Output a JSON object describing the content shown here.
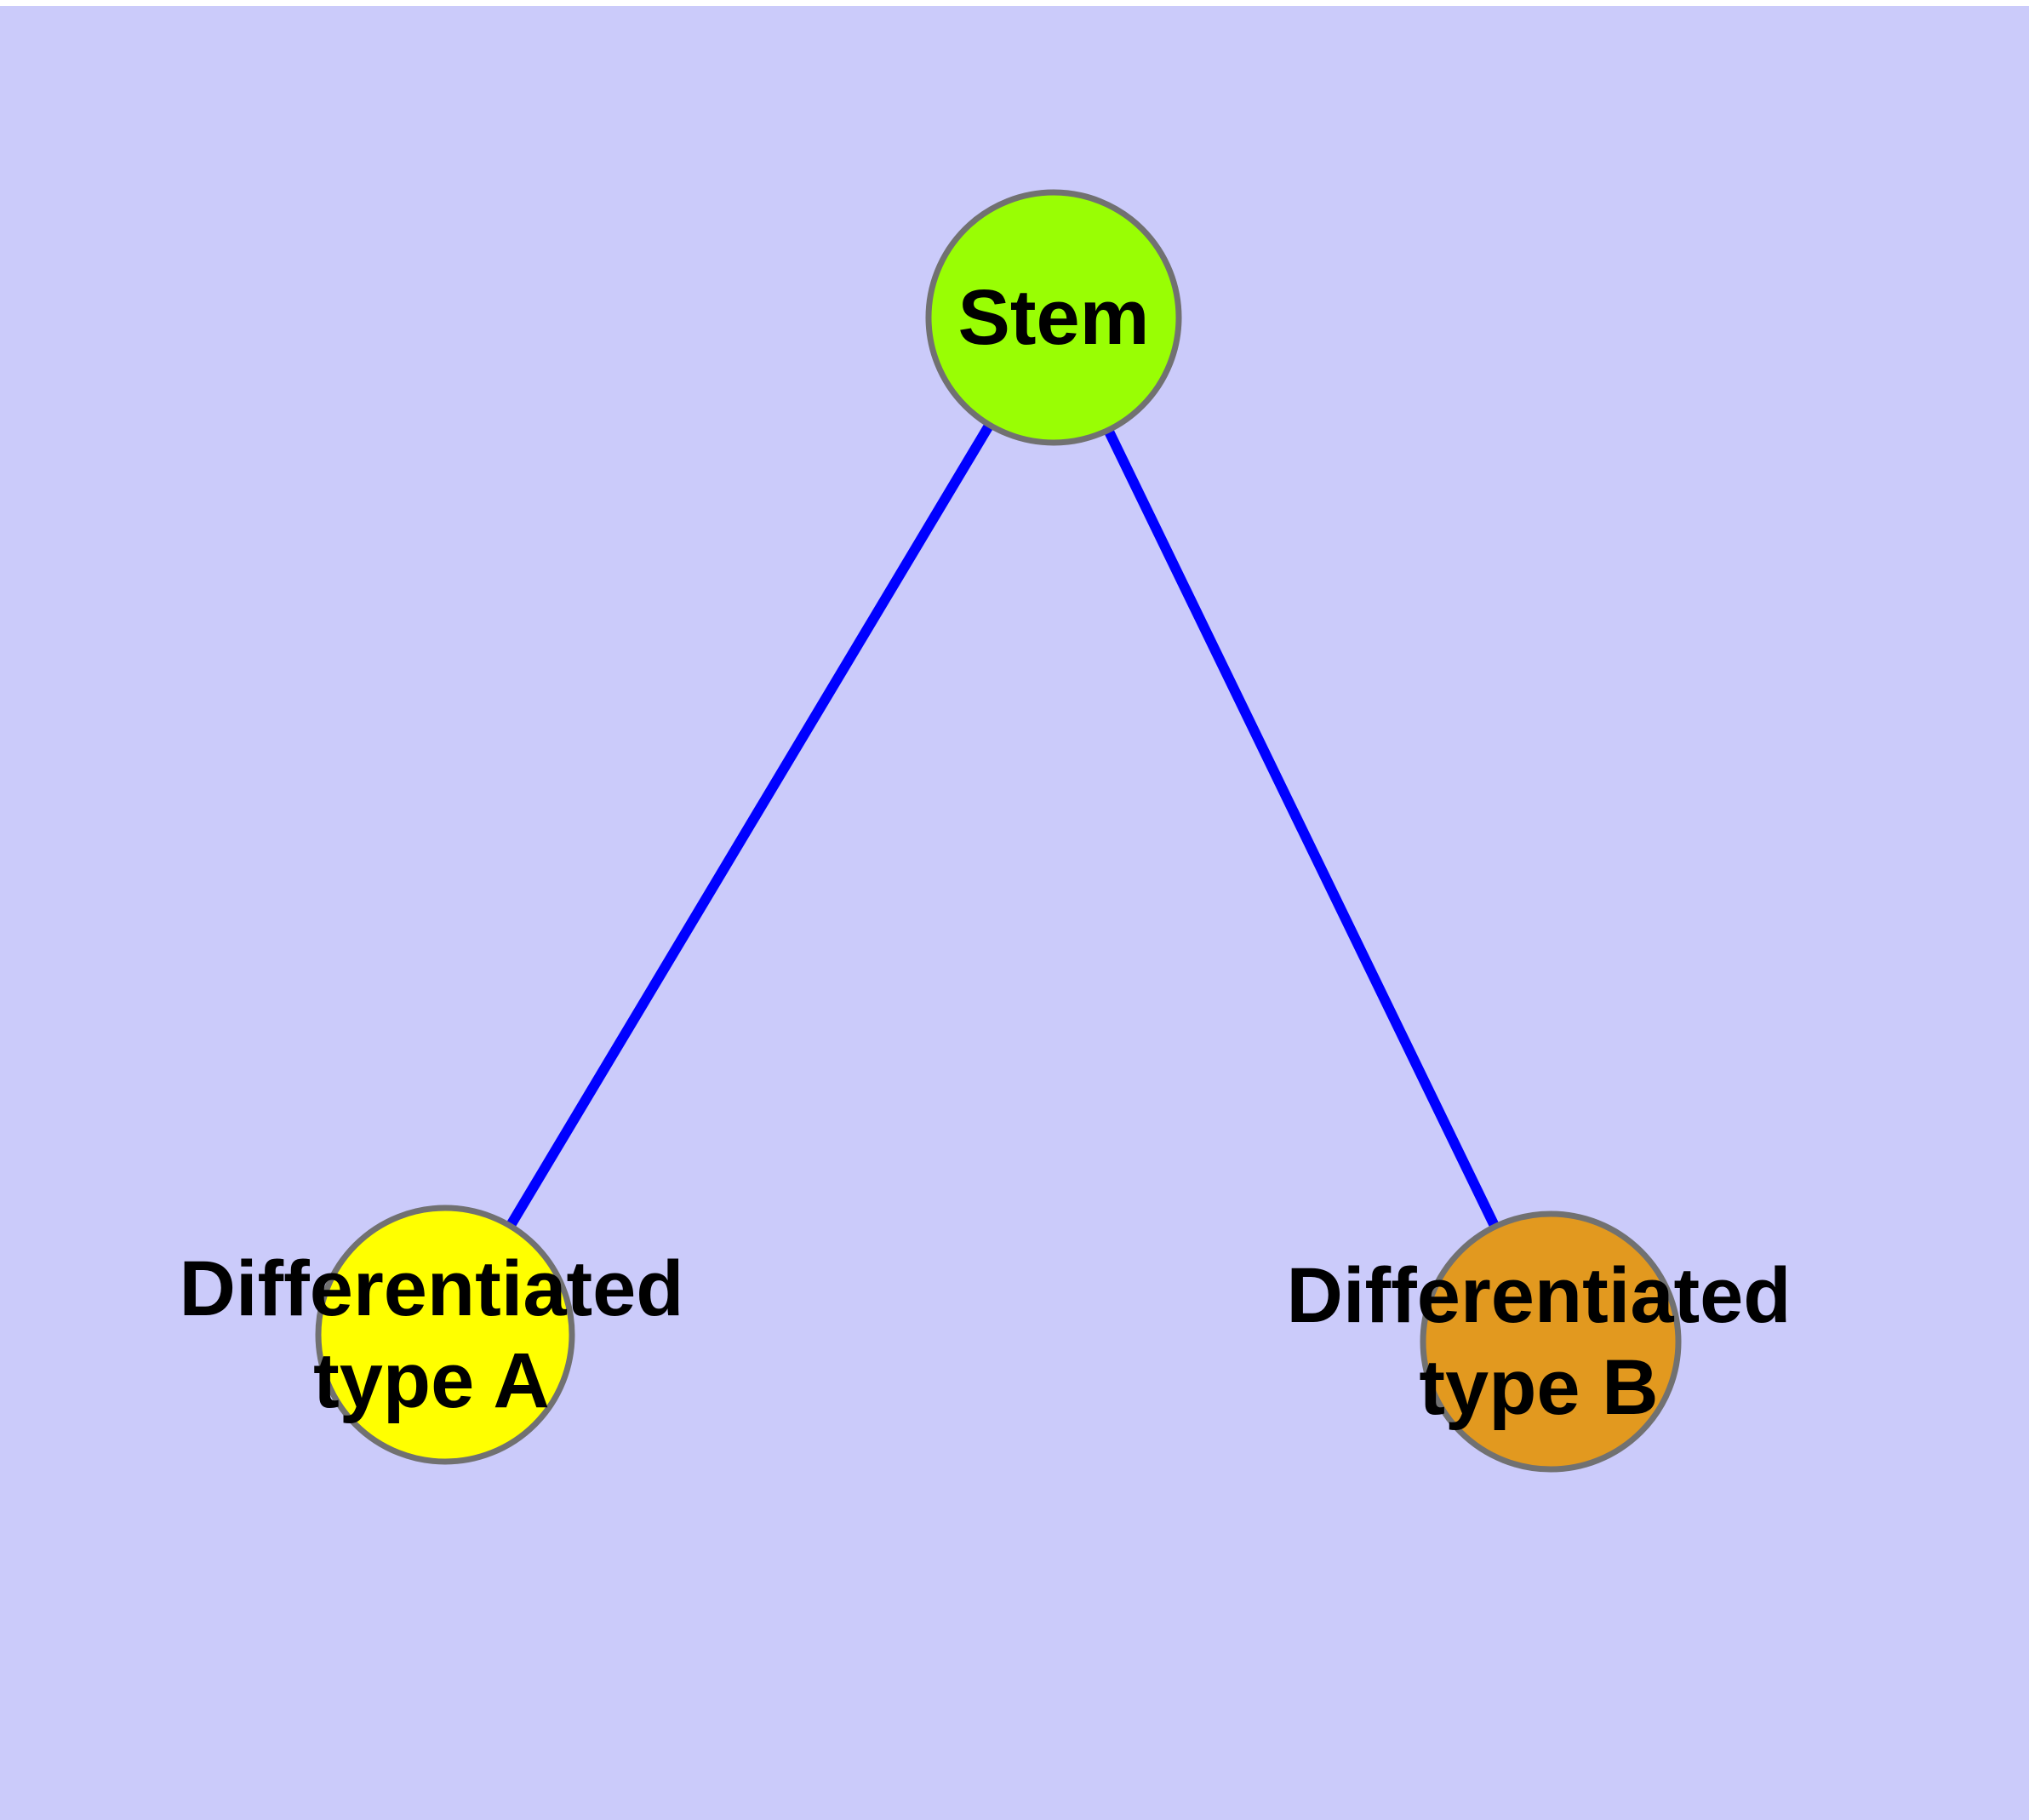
{
  "colors": {
    "background": "#CBCBFA",
    "top_strip": "#FFFFFF",
    "edge": "#0000FF",
    "node_border": "#717171",
    "label_text": "#000000"
  },
  "nodes": {
    "stem": {
      "label": "Stem",
      "fill": "#99FE04"
    },
    "type_a": {
      "label_line1": "Differentiated",
      "label_line2": "type A",
      "fill": "#FFFF00"
    },
    "type_b": {
      "label_line1": "Differentiated",
      "label_line2": "type B",
      "fill": "#E2991F"
    }
  },
  "edges": [
    {
      "from": "Stem",
      "to": "Differentiated type A"
    },
    {
      "from": "Stem",
      "to": "Differentiated type B"
    }
  ]
}
